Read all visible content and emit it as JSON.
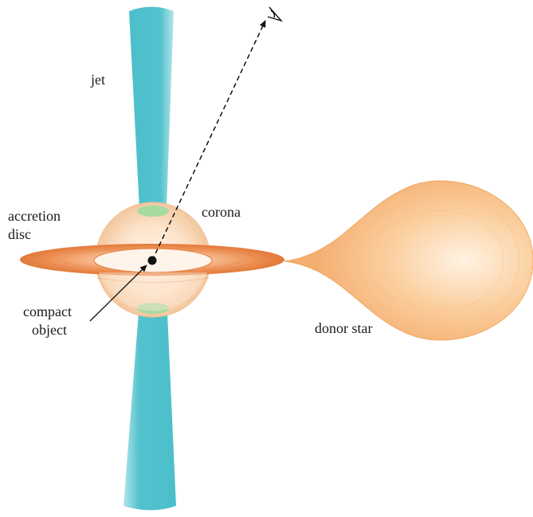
{
  "labels": {
    "jet": "jet",
    "corona": "corona",
    "accretion_disc": [
      "accretion",
      "disc"
    ],
    "compact_object": [
      "compact",
      "object"
    ],
    "donor_star": "donor star"
  },
  "colors": {
    "jet_dark": "#4bbfca",
    "jet_light": "#b4e4ea",
    "jet_base": "#a6dba0",
    "corona_edge": "#f3c79e",
    "corona_center": "#fff6ec",
    "disc_outer": "#e2783a",
    "disc_inner": "#fde3cd",
    "star_edge": "#f4ae6e",
    "star_center": "#fff3e3",
    "object": "#111111",
    "line": "#111111"
  },
  "icons": {
    "observer": "eye-icon"
  }
}
